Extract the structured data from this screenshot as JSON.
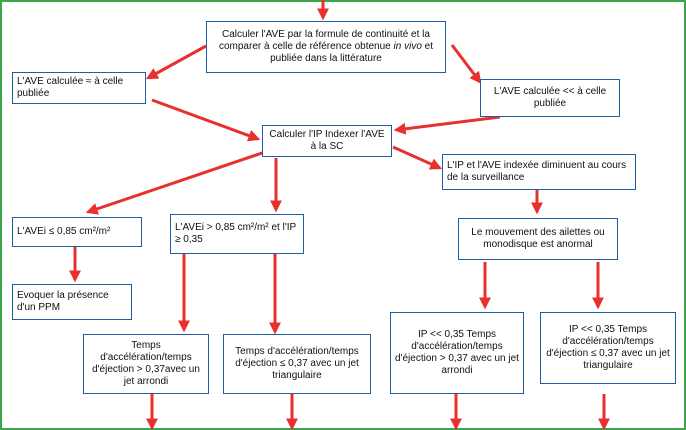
{
  "colors": {
    "arrow": "#e8312f",
    "box_border": "#1f5fa8",
    "frame": "#3aa84a"
  },
  "nodes": {
    "top": {
      "before": "Calculer l'AVE par la formule de continuité et la comparer à celle de référence obtenue ",
      "italic": "in vivo",
      "after": " et publiée dans la littérature"
    },
    "approx": "L'AVE calculée ≈ à celle publiée",
    "much_lower": "L'AVE calculée << à celle publiée",
    "ip": "Calculer l'IP Indexer l'AVE à la SC",
    "decrease": "L'IP et l'AVE indexée diminuent au cours de la surveillance",
    "avei_low": "L'AVEi ≤ 0,85 cm²/m²",
    "avei_high": "L'AVEi > 0,85 cm²/m² et l'IP ≥ 0,35",
    "ppm": "Evoquer la présence d'un PPM",
    "leaflet": "Le mouvement des ailettes ou monodisque est anormal",
    "t1": "Temps d'accélération/temps d'éjection > 0,37avec un jet arrondi",
    "t2": "Temps d'accélération/temps d'éjection ≤ 0,37 avec un jet triangulaire",
    "t3": "IP << 0,35 Temps d'accélération/temps d'éjection > 0,37 avec un jet arrondi",
    "t4": "IP << 0,35 Temps d'accélération/temps d'éjection ≤ 0,37 avec un jet triangulaire"
  }
}
